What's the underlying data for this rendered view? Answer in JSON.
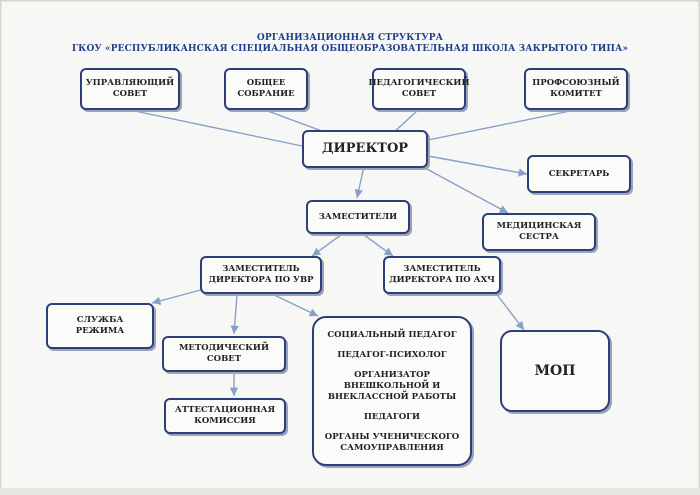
{
  "header": {
    "line1": "ОРГАНИЗАЦИОННАЯ СТРУКТУРА",
    "line2": "ГКОУ «РЕСПУБЛИКАНСКАЯ СПЕЦИАЛЬНАЯ ОБЩЕОБРАЗОВАТЕЛЬНАЯ ШКОЛА ЗАКРЫТОГО ТИПА»"
  },
  "nodes": {
    "upr_sovet": [
      "УПРАВЛЯЮЩИЙ",
      "СОВЕТ"
    ],
    "obsh_sobranie": [
      "ОБЩЕЕ",
      "СОБРАНИЕ"
    ],
    "ped_sovet": [
      "ПЕДАГОГИЧЕСКИЙ",
      "СОВЕТ"
    ],
    "prof_komitet": [
      "ПРОФСОЮЗНЫЙ",
      "КОМИТЕТ"
    ],
    "direktor": "ДИРЕКТОР",
    "sekretar": "СЕКРЕТАРЬ",
    "zamestiteli": "ЗАМЕСТИТЕЛИ",
    "med_sestra": [
      "МЕДИЦИНСКАЯ",
      "СЕСТРА"
    ],
    "zam_uvr": [
      "ЗАМЕСТИТЕЛЬ",
      "ДИРЕКТОРА ПО УВР"
    ],
    "zam_ahch": [
      "ЗАМЕСТИТЕЛЬ",
      "ДИРЕКТОРА ПО АХЧ"
    ],
    "sluzhba": [
      "СЛУЖБА",
      "РЕЖИМА"
    ],
    "metod_sovet": [
      "МЕТОДИЧЕСКИЙ",
      "СОВЕТ"
    ],
    "attest": [
      "АТТЕСТАЦИОННАЯ",
      "КОМИССИЯ"
    ],
    "mop": "МОП",
    "staff": {
      "soc_ped": "СОЦИАЛЬНЫЙ ПЕДАГОГ",
      "ped_psih": "ПЕДАГОГ-ПСИХОЛОГ",
      "org": [
        "ОРГАНИЗАТОР",
        "ВНЕШКОЛЬНОЙ И",
        "ВНЕКЛАССНОЙ РАБОТЫ"
      ],
      "pedagogi": "ПЕДАГОГИ",
      "organy": [
        "ОРГАНЫ УЧЕНИЧЕСКОГО",
        "САМОУПРАВЛЕНИЯ"
      ]
    }
  },
  "colors": {
    "line": "#86a0c8",
    "border": "#2c3f78",
    "title": "#1f3f8a"
  }
}
